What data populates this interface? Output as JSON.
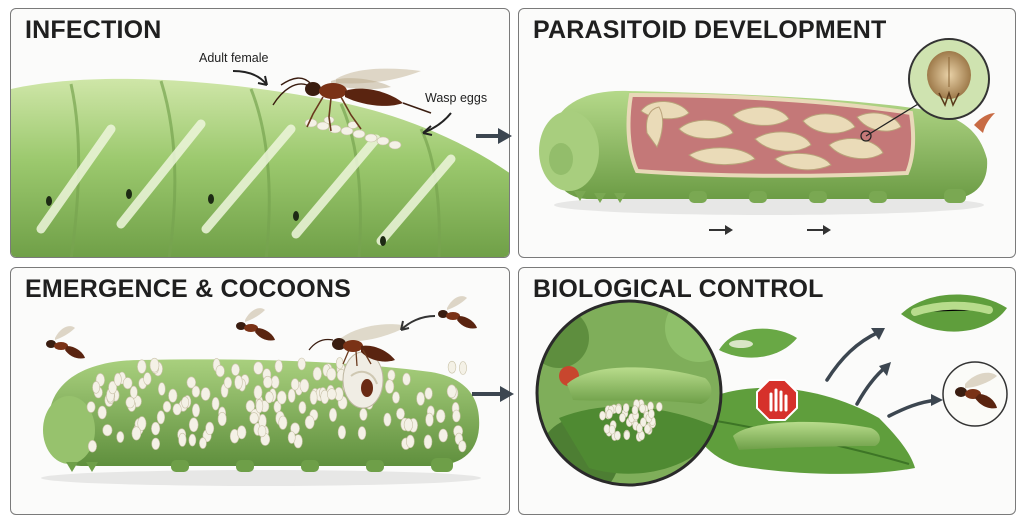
{
  "panels": [
    {
      "title": "INFECTION"
    },
    {
      "title": "PARASITOID DEVELOPMENT"
    },
    {
      "title": "EMERGENCE & COCOONS"
    },
    {
      "title": "BIOLOGICAL CONTROL"
    }
  ],
  "labels": {
    "adult_female": "Adult female",
    "wasp_eggs": "Wasp eggs"
  },
  "colors": {
    "caterpillar": "#8fc16a",
    "caterpillar_dark": "#5e8f3c",
    "leaf": "#5a9a3a",
    "wasp_body": "#6a2a14",
    "larva": "#e6d3b2",
    "stop_sign": "#d6312b",
    "arrow": "#3c4650"
  },
  "icons": [
    "wasp-icon",
    "caterpillar-icon",
    "stop-hand-icon",
    "leaf-icon",
    "cocoon-icon"
  ]
}
